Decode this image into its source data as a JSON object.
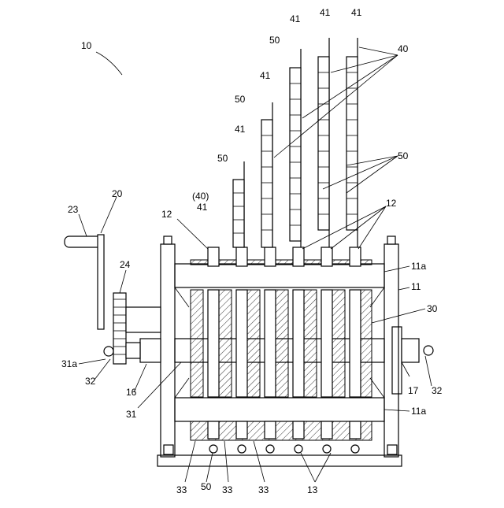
{
  "figure": {
    "ref_main": "10",
    "ref_crank": "20",
    "ref_handle": "23",
    "ref_gear": "24",
    "ref_frame": "11",
    "ref_beam": "11a",
    "ref_brackets": "12",
    "ref_bottom": "13",
    "ref_left_block": "16",
    "ref_right_block": "17",
    "ref_shaft": "30",
    "ref_shaft_end": "31",
    "ref_shaft_end_a": "31a",
    "ref_bolt": "32",
    "ref_plate": "33",
    "ref_holder": "40",
    "ref_holder_paren": "(40)",
    "ref_rod": "41",
    "ref_cell": "50"
  }
}
